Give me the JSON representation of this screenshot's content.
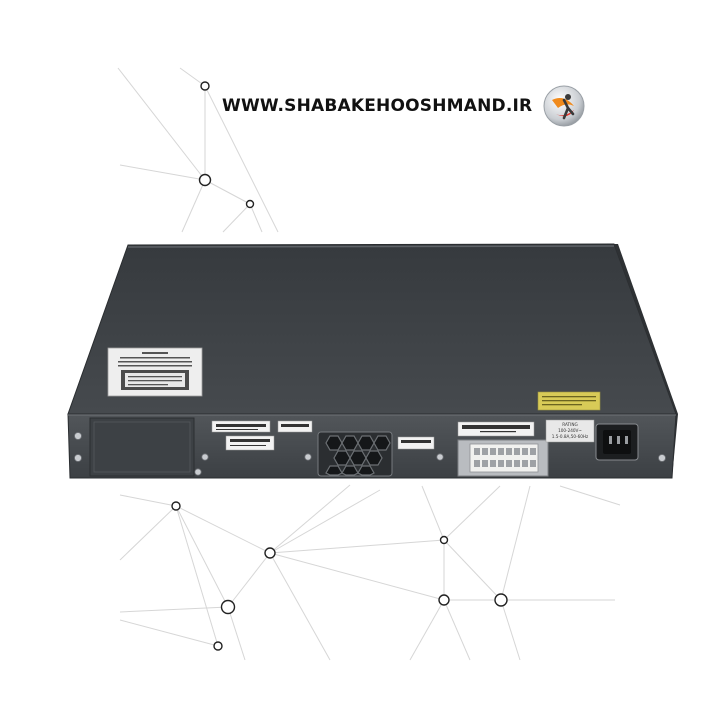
{
  "watermark": {
    "site": "WWW.SHABAKEHOOSHMAND.IR",
    "logo_icon": "shabake-hooshmand-logo-icon"
  },
  "device": {
    "rating_label": "RATING",
    "rating_voltage": "100-240V~",
    "rating_current": "1.5-0.8A,50-60Hz",
    "colors": {
      "chassis_top": "#3b3f43",
      "chassis_rear": "#4a4e52",
      "label_yellow": "#d9cc5a",
      "label_white": "#f2f2f2"
    }
  }
}
